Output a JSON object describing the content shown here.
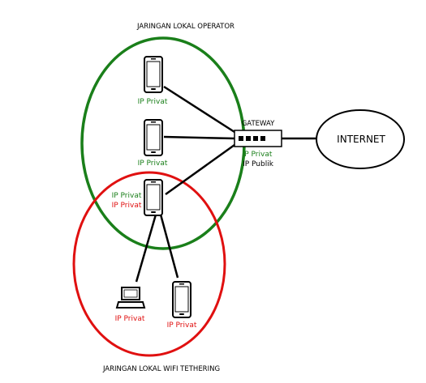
{
  "titles": {
    "operator_network": "JARINGAN LOKAL OPERATOR",
    "tethering_network": "JARINGAN LOKAL WIFI TETHERING"
  },
  "gateway": {
    "label": "GATEWAY",
    "private_ip": "IP Privat",
    "public_ip": "IP Publik"
  },
  "internet": {
    "label": "INTERNET"
  },
  "devices": {
    "phone_top": {
      "label": "IP Privat"
    },
    "phone_middle": {
      "label": "IP Privat"
    },
    "phone_hotspot": {
      "label_operator": "IP Privat",
      "label_tethering": "IP Privat"
    },
    "laptop": {
      "label": "IP Privat"
    },
    "phone_tethered": {
      "label": "IP Privat"
    }
  },
  "colors": {
    "operator": "#1a7f1a",
    "tethering": "#e01010",
    "line": "#000000"
  },
  "icons": {
    "phone": "smartphone-icon",
    "laptop": "laptop-icon",
    "router": "router-icon"
  }
}
